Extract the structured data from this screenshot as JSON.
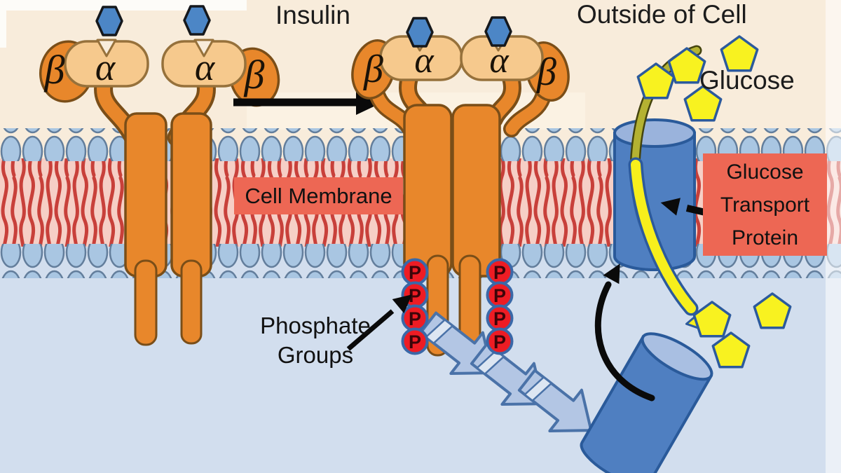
{
  "title": "Insulin signaling and glucose transport diagram",
  "labels": {
    "insulin": "Insulin",
    "outside_of_cell": "Outside of Cell",
    "glucose": "Glucose",
    "cell_membrane": "Cell Membrane",
    "transport_protein": {
      "line1": "Glucose",
      "line2": "Transport",
      "line3": "Protein"
    },
    "phosphate_groups": {
      "line1": "Phosphate",
      "line2": "Groups"
    },
    "alpha": "α",
    "beta": "β",
    "phosphate": "P"
  },
  "colors": {
    "outside_background": "#f8ecdb",
    "inside_background": "#d2deee",
    "membrane_tail_background": "#f6cfc6",
    "membrane_tail_stroke": "#c8403a",
    "lipid_head_fill": "#a9c6e2",
    "receptor_orange": "#e8872b",
    "receptor_alpha_fill": "#f6c98d",
    "insulin_hexagon_blue": "#4c86c6",
    "glucose_pentagon_yellow": "#f8f220",
    "phosphate_red": "#ee1c24",
    "cascade_arrow_blue": "#b3c6e4",
    "transporter_blue": "#4f7fc1",
    "label_box_salmon": "#ed6754",
    "signal_arrow_yellow": "#f7ef1c",
    "signal_arrow_olive": "#b4b232",
    "black_arrow": "#0a0a0a"
  }
}
